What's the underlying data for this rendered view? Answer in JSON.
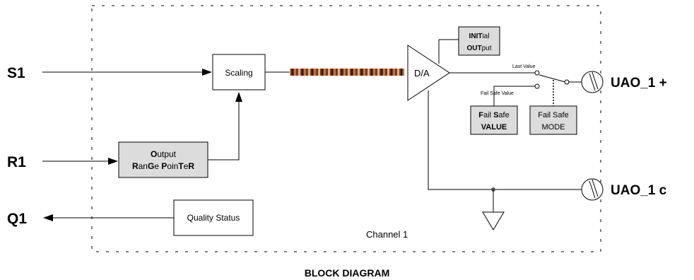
{
  "signals": {
    "s1": "S1",
    "r1": "R1",
    "q1": "Q1"
  },
  "blocks": {
    "scaling": "Scaling",
    "output_range_pointer": {
      "line1_bold": "O",
      "line1_rest": "utput",
      "line2_parts": [
        {
          "text": "R",
          "bold": true
        },
        {
          "text": "an",
          "bold": false
        },
        {
          "text": "G",
          "bold": true
        },
        {
          "text": "e ",
          "bold": false
        },
        {
          "text": "P",
          "bold": true
        },
        {
          "text": "oin",
          "bold": false
        },
        {
          "text": "T",
          "bold": true
        },
        {
          "text": "e",
          "bold": false
        },
        {
          "text": "R",
          "bold": true
        }
      ]
    },
    "quality_status": "Quality Status",
    "da": "D/A",
    "initial_output": {
      "line1_bold": "INIT",
      "line1_rest": "ial",
      "line2_bold": "OUT",
      "line2_rest": "put"
    },
    "fail_safe_value": {
      "line1_parts": [
        {
          "text": "F",
          "bold": true
        },
        {
          "text": "ail ",
          "bold": false
        },
        {
          "text": "S",
          "bold": true
        },
        {
          "text": "afe",
          "bold": false
        }
      ],
      "line2": "VALUE"
    },
    "fail_safe_mode": {
      "line1": "Fail Safe",
      "line2": "MODE"
    }
  },
  "switch_labels": {
    "last_value": "Last Value",
    "fail_safe_value": "Fail Safe Value"
  },
  "terminals": {
    "plus": "UAO_1 +",
    "common": "UAO_1 c"
  },
  "channel_label": "Channel 1",
  "caption": "BLOCK DIAGRAM"
}
